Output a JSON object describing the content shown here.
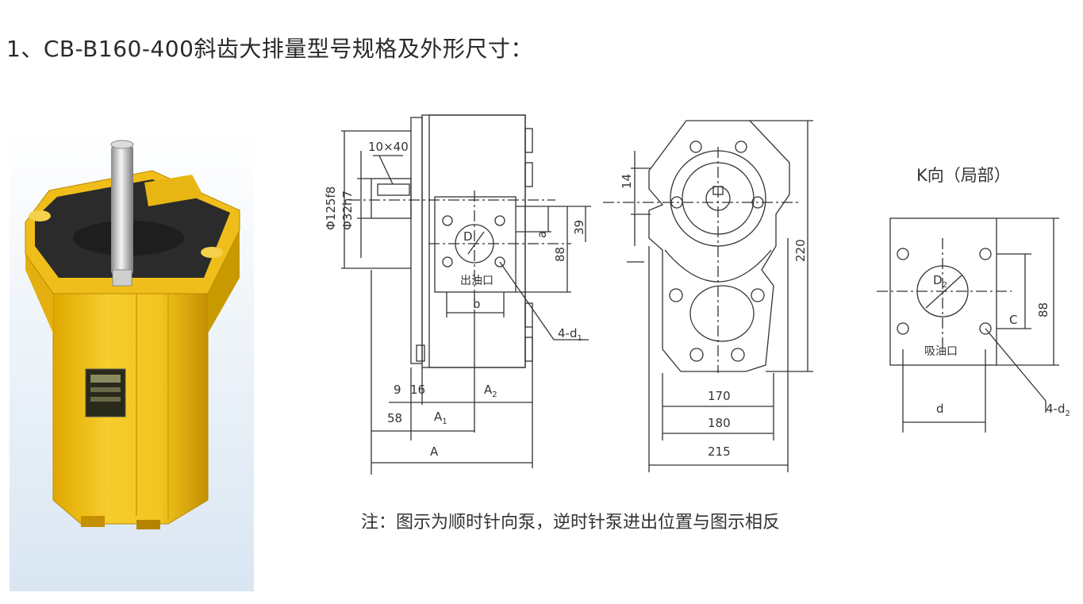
{
  "title": "1、CB-B160-400斜齿大排量型号规格及外形尺寸：",
  "note": "注：图示为顺时针向泵，逆时针泵进出位置与图示相反",
  "side_view": {
    "keyway": "10×40",
    "shaft_fit_outer": "Φ125f8",
    "shaft_fit_inner": "Φ32h7",
    "port_dia": "D",
    "port_label": "出油口",
    "dim_a": "a",
    "dim_39": "39",
    "dim_88": "88",
    "dim_b": "b",
    "bolt_holes": "4-d",
    "bolt_holes_sub": "1",
    "dim_9": "9",
    "dim_16": "16",
    "dim_A2": "A",
    "dim_A2_sub": "2",
    "dim_58": "58",
    "dim_A1": "A",
    "dim_A1_sub": "1",
    "dim_A": "A"
  },
  "front_view": {
    "dim_14": "14",
    "dim_220": "220",
    "dim_170": "170",
    "dim_180": "180",
    "dim_215": "215"
  },
  "k_view": {
    "title": "K向（局部）",
    "port_dia": "D",
    "port_dia_sub": "2",
    "port_label": "吸油口",
    "dim_C": "C",
    "dim_88": "88",
    "dim_d": "d",
    "bolt_holes": "4-d",
    "bolt_holes_sub": "2"
  },
  "colors": {
    "pump_body": "#f2c41e",
    "pump_top": "#2b2b2b",
    "line": "#333333"
  }
}
